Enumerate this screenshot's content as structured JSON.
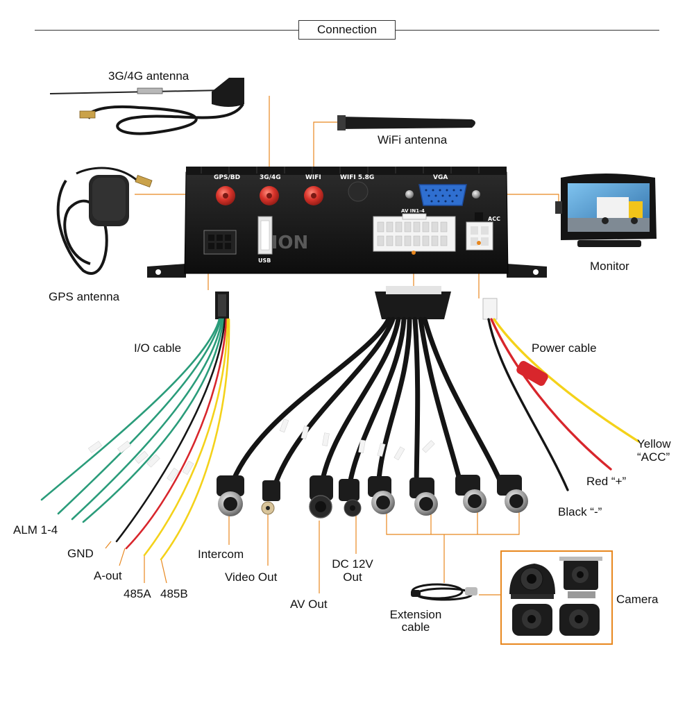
{
  "title": "Connection",
  "colors": {
    "accent": "#e8871e",
    "device": "#1c1c1c",
    "cable": "#141414",
    "wire_green": "#2a9c7a",
    "wire_red": "#d8262c",
    "wire_yellow": "#f4d21a",
    "connector_red": "#d9342b"
  },
  "device_panel": {
    "ports": [
      "GPS/BD",
      "3G/4G",
      "WIFI",
      "WIFI 5.8G",
      "VGA",
      "AV IN1-4",
      "ACC",
      "USB"
    ],
    "watermark": "SION"
  },
  "labels": {
    "antenna_4g": "3G/4G antenna",
    "wifi_antenna": "WiFi antenna",
    "gps_antenna": "GPS antenna",
    "monitor": "Monitor",
    "io_cable": "I/O cable",
    "power_cable": "Power cable",
    "yellow_line1": "Yellow",
    "yellow_line2": "“ACC”",
    "red": "Red “+”",
    "black": "Black “-”",
    "alm": "ALM 1-4",
    "gnd": "GND",
    "a_out": "A-out",
    "rs485a": "485A",
    "rs485b": "485B",
    "intercom": "Intercom",
    "video_out": "Video Out",
    "av_out": "AV Out",
    "dc_line1": "DC 12V",
    "dc_line2": "Out",
    "extension_line1": "Extension",
    "extension_line2": "cable",
    "camera": "Camera"
  }
}
